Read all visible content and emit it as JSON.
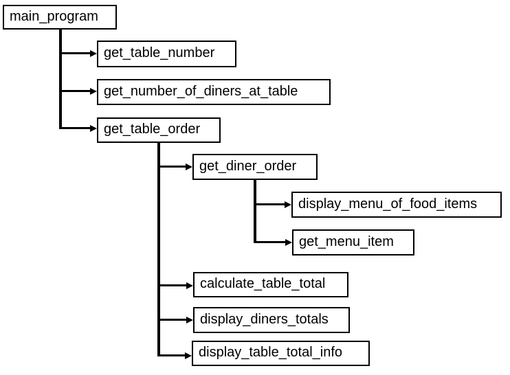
{
  "diagram": {
    "type": "hierarchy-structure-chart",
    "background_color": "#ffffff",
    "box_border_color": "#000000",
    "box_fill_color": "#ffffff",
    "text_color": "#000000",
    "connector_color": "#000000",
    "nodes": [
      {
        "id": "main_program",
        "label": "main_program",
        "parent": null,
        "level": 0
      },
      {
        "id": "get_table_number",
        "label": "get_table_number",
        "parent": "main_program",
        "level": 1
      },
      {
        "id": "get_number_of_diners_at_table",
        "label": "get_number_of_diners_at_table",
        "parent": "main_program",
        "level": 1
      },
      {
        "id": "get_table_order",
        "label": "get_table_order",
        "parent": "main_program",
        "level": 1
      },
      {
        "id": "get_diner_order",
        "label": "get_diner_order",
        "parent": "get_table_order",
        "level": 2
      },
      {
        "id": "display_menu_of_food_items",
        "label": "display_menu_of_food_items",
        "parent": "get_diner_order",
        "level": 3
      },
      {
        "id": "get_menu_item",
        "label": "get_menu_item",
        "parent": "get_diner_order",
        "level": 3
      },
      {
        "id": "calculate_table_total",
        "label": "calculate_table_total",
        "parent": "get_table_order",
        "level": 2
      },
      {
        "id": "display_diners_totals",
        "label": "display_diners_totals",
        "parent": "get_table_order",
        "level": 2
      },
      {
        "id": "display_table_total_info",
        "label": "display_table_total_info",
        "parent": "get_table_order",
        "level": 2
      }
    ]
  }
}
